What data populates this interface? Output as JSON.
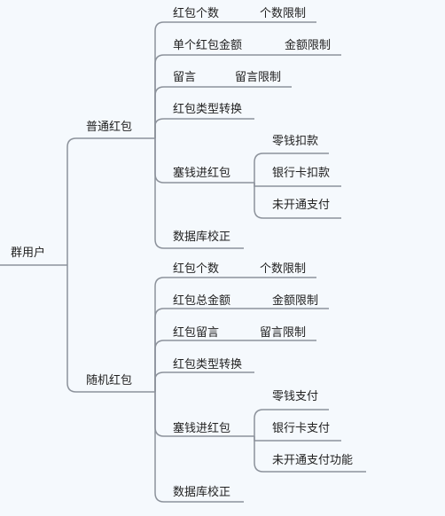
{
  "colors": {
    "background": "#f5f9fd",
    "line": "#8c929b",
    "text": "#222222"
  },
  "mindmap": {
    "root": "群用户",
    "branches": [
      {
        "label": "普通红包",
        "children": [
          {
            "label": "红包个数",
            "children": [
              {
                "label": "个数限制"
              }
            ]
          },
          {
            "label": "单个红包金额",
            "children": [
              {
                "label": "金额限制"
              }
            ]
          },
          {
            "label": "留言",
            "children": [
              {
                "label": "留言限制"
              }
            ]
          },
          {
            "label": "红包类型转换"
          },
          {
            "label": "塞钱进红包",
            "children": [
              {
                "label": "零钱扣款"
              },
              {
                "label": "银行卡扣款"
              },
              {
                "label": "未开通支付"
              }
            ]
          },
          {
            "label": "数据库校正"
          }
        ]
      },
      {
        "label": "随机红包",
        "children": [
          {
            "label": "红包个数",
            "children": [
              {
                "label": "个数限制"
              }
            ]
          },
          {
            "label": "红包总金额",
            "children": [
              {
                "label": "金额限制"
              }
            ]
          },
          {
            "label": "红包留言",
            "children": [
              {
                "label": "留言限制"
              }
            ]
          },
          {
            "label": "红包类型转换"
          },
          {
            "label": "塞钱进红包",
            "children": [
              {
                "label": "零钱支付"
              },
              {
                "label": "银行卡支付"
              },
              {
                "label": "未开通支付功能"
              }
            ]
          },
          {
            "label": "数据库校正"
          }
        ]
      }
    ]
  }
}
